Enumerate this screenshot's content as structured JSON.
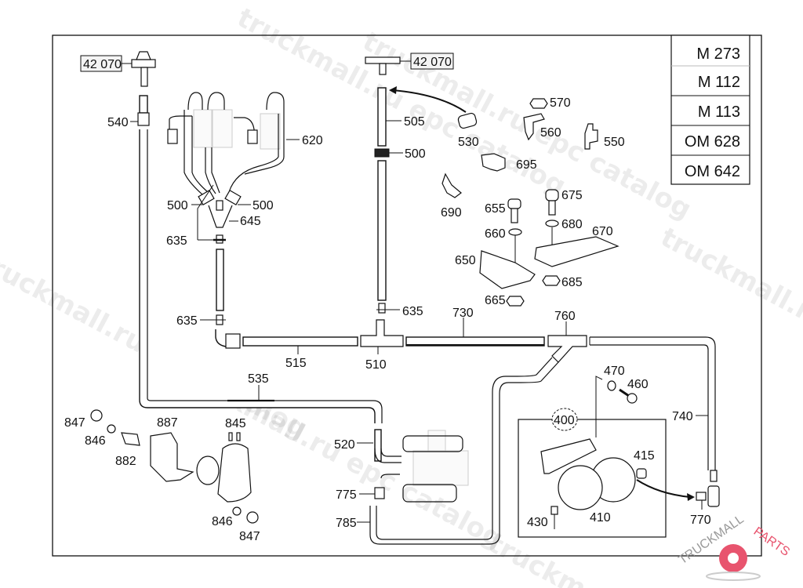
{
  "diagram": {
    "title": "Vacuum line parts diagram",
    "engine_variants": [
      "M 273",
      "M 112",
      "M 113",
      "OM 628",
      "OM 642"
    ],
    "reference_boxes": [
      {
        "id": "ref-left",
        "label": "42 070"
      },
      {
        "id": "ref-right",
        "label": "42 070"
      }
    ],
    "callouts": {
      "c540": "540",
      "c620": "620",
      "c500a": "500",
      "c500b": "500",
      "c645": "645",
      "c635a": "635",
      "c635b": "635",
      "c505": "505",
      "c500c": "500",
      "c530": "530",
      "c635c": "635",
      "c570": "570",
      "c560": "560",
      "c550": "550",
      "c695": "695",
      "c690": "690",
      "c675": "675",
      "c655": "655",
      "c680": "680",
      "c670": "670",
      "c660": "660",
      "c650": "650",
      "c685": "685",
      "c665": "665",
      "c730": "730",
      "c760": "760",
      "c515": "515",
      "c510": "510",
      "c535": "535",
      "c470": "470",
      "c460": "460",
      "c740": "740",
      "c400": "400",
      "c415": "415",
      "c410": "410",
      "c430": "430",
      "c770": "770",
      "c847a": "847",
      "c846a": "846",
      "c882": "882",
      "c887": "887",
      "c845": "845",
      "c846b": "846",
      "c847b": "847",
      "c520": "520",
      "c775": "775",
      "c785": "785"
    },
    "watermarks": {
      "w1": "truckmall.ru epc catalog",
      "w2": "truckmall.ru epc catalog",
      "w3": "truckmall.ru epc catalog",
      "w4": "truckmall.ru epc catalog"
    },
    "logo": {
      "text": "TRUCKMALLPARTS",
      "accent_color": "#e8546e"
    }
  }
}
